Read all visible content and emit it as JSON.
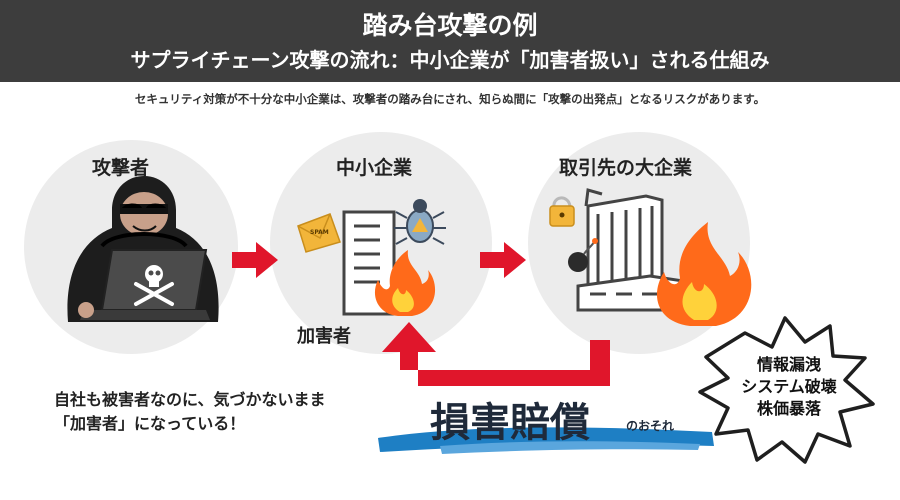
{
  "header": {
    "title": "踏み台攻撃の例",
    "subtitle": "サプライチェーン攻撃の流れ：中小企業が「加害者扱い」される仕組み"
  },
  "lead": "セキュリティ対策が不十分な中小企業は、攻撃者の踏み台にされ、知らぬ間に「攻撃の出発点」となるリスクがあります。",
  "nodes": {
    "attacker": {
      "label": "攻撃者"
    },
    "sme": {
      "label": "中小企業",
      "role_label": "加害者"
    },
    "big": {
      "label": "取引先の大企業"
    }
  },
  "spam_label": "SPAM",
  "note": {
    "line1": "自社も被害者なのに、気づかないまま",
    "line2": "「加害者」になっている！"
  },
  "damage": {
    "main": "損害賠償",
    "suffix": "のおそれ"
  },
  "impacts": [
    "情報漏洩",
    "システム破壊",
    "株価暴落"
  ],
  "colors": {
    "header_bg": "#3d3d3d",
    "arrow_red": "#e0162b",
    "fire_orange": "#ff6a1a",
    "brush_blue": "#1e7fc4"
  }
}
